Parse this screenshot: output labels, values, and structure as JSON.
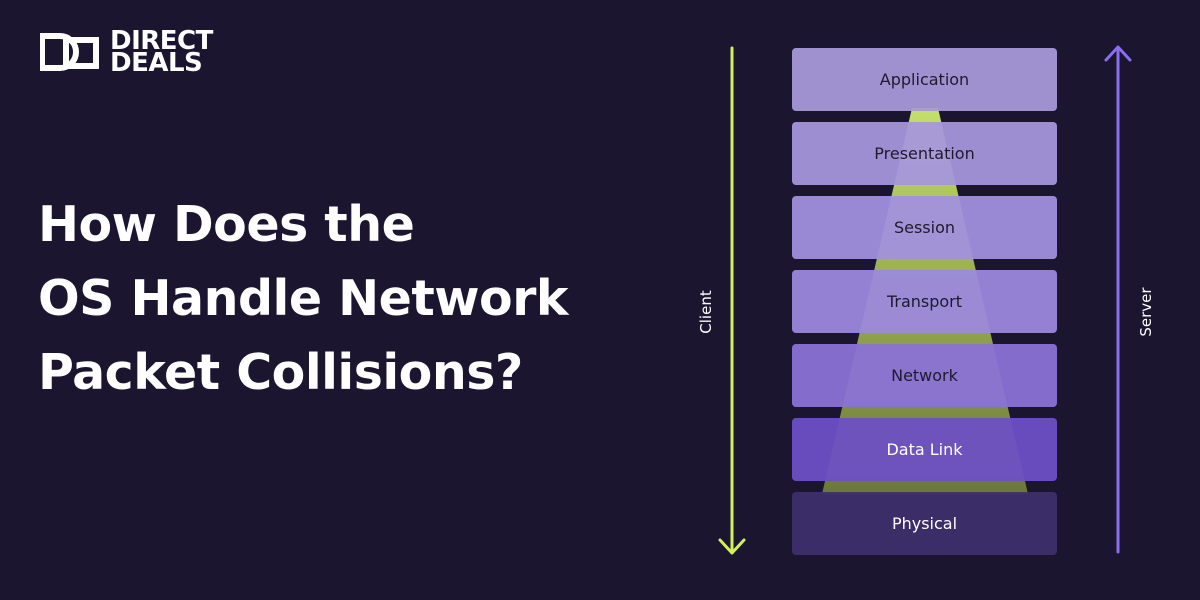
{
  "brand": {
    "line1": "DIRECT",
    "line2": "DEALS"
  },
  "headline": {
    "line1": "How Does the",
    "line2": "OS Handle Network",
    "line3": "Packet Collisions?"
  },
  "diagram": {
    "left_label": "Client",
    "right_label": "Server",
    "layers": [
      {
        "label": "Application",
        "color": "#a899d9"
      },
      {
        "label": "Presentation",
        "color": "#a696dc"
      },
      {
        "label": "Session",
        "color": "#a290de"
      },
      {
        "label": "Transport",
        "color": "#9c88dd"
      },
      {
        "label": "Network",
        "color": "#8a72d6"
      },
      {
        "label": "Data Link",
        "color": "#6d50c6"
      },
      {
        "label": "Physical",
        "color": "#3e2f6b"
      }
    ],
    "colors": {
      "client_arrow": "#d2f05a",
      "server_arrow": "#8a6ef0",
      "funnel": "#bde06a"
    }
  }
}
